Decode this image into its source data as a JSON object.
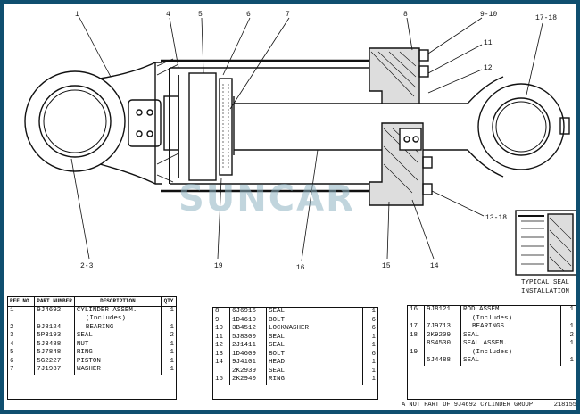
{
  "watermark": "SUNCAR",
  "callouts": {
    "c1": "1",
    "c4": "4",
    "c5": "5",
    "c6": "6",
    "c7": "7",
    "c8": "8",
    "c9_10": "9-10",
    "c11": "11",
    "c12": "12",
    "c17_18": "17-18",
    "c2_3": "2-3",
    "c19": "19",
    "c16": "16",
    "c15": "15",
    "c14": "14",
    "c13_18": "13-18"
  },
  "seal_caption": [
    "TYPICAL SEAL",
    "INSTALLATION"
  ],
  "table_headers": {
    "ref": "REF NO.",
    "part": "PART NUMBER",
    "desc": "DESCRIPTION",
    "qty": "QTY"
  },
  "table_left": [
    {
      "ref": "1",
      "part": "9J4692",
      "desc": "CYLINDER ASSEM.",
      "qty": "1"
    },
    {
      "ref": "",
      "part": "",
      "desc": "(Includes)",
      "qty": ""
    },
    {
      "ref": "2",
      "part": "9J8124",
      "desc": "BEARING",
      "qty": "1"
    },
    {
      "ref": "3",
      "part": "5P3193",
      "desc": "SEAL",
      "qty": "2"
    },
    {
      "ref": "4",
      "part": "5J3488",
      "desc": "NUT",
      "qty": "1"
    },
    {
      "ref": "5",
      "part": "5J7848",
      "desc": "RING",
      "qty": "1"
    },
    {
      "ref": "6",
      "part": "5G2227",
      "desc": "PISTON",
      "qty": "1"
    },
    {
      "ref": "7",
      "part": "7J1937",
      "desc": "WASHER",
      "qty": "1"
    }
  ],
  "table_mid": [
    {
      "ref": "8",
      "part": "6J6915",
      "desc": "SEAL",
      "qty": "1"
    },
    {
      "ref": "9",
      "part": "1D4610",
      "desc": "BOLT",
      "qty": "6"
    },
    {
      "ref": "10",
      "part": "3B4512",
      "desc": "LOCKWASHER",
      "qty": "6"
    },
    {
      "ref": "11",
      "part": "5J8300",
      "desc": "SEAL",
      "qty": "1"
    },
    {
      "ref": "12",
      "part": "2J1411",
      "desc": "SEAL",
      "qty": "1"
    },
    {
      "ref": "13",
      "part": "1D4609",
      "desc": "BOLT",
      "qty": "6"
    },
    {
      "ref": "14",
      "part": "9J4101",
      "desc": "HEAD",
      "qty": "1"
    },
    {
      "ref": "",
      "part": "2K2939",
      "desc": "SEAL",
      "qty": "1"
    },
    {
      "ref": "15",
      "part": "2K2940",
      "desc": "RING",
      "qty": "1"
    }
  ],
  "table_right": [
    {
      "ref": "16",
      "part": "9J8121",
      "desc": "ROD ASSEM.",
      "qty": "1"
    },
    {
      "ref": "",
      "part": "",
      "desc": "(Includes)",
      "qty": ""
    },
    {
      "ref": "17",
      "part": "7J9713",
      "desc": "BEARINGS",
      "qty": "1"
    },
    {
      "ref": "18",
      "part": "2K9209",
      "desc": "SEAL",
      "qty": "2"
    },
    {
      "ref": "",
      "part": "8S4530",
      "desc": "SEAL ASSEM.",
      "qty": "1"
    },
    {
      "ref": "19",
      "part": "",
      "desc": "(Includes)",
      "qty": ""
    },
    {
      "ref": "",
      "part": "5J4488",
      "desc": "SEAL",
      "qty": "1"
    }
  ],
  "footer": {
    "left": "A NOT PART OF 9J4692 CYLINDER GROUP",
    "right": "218155"
  }
}
